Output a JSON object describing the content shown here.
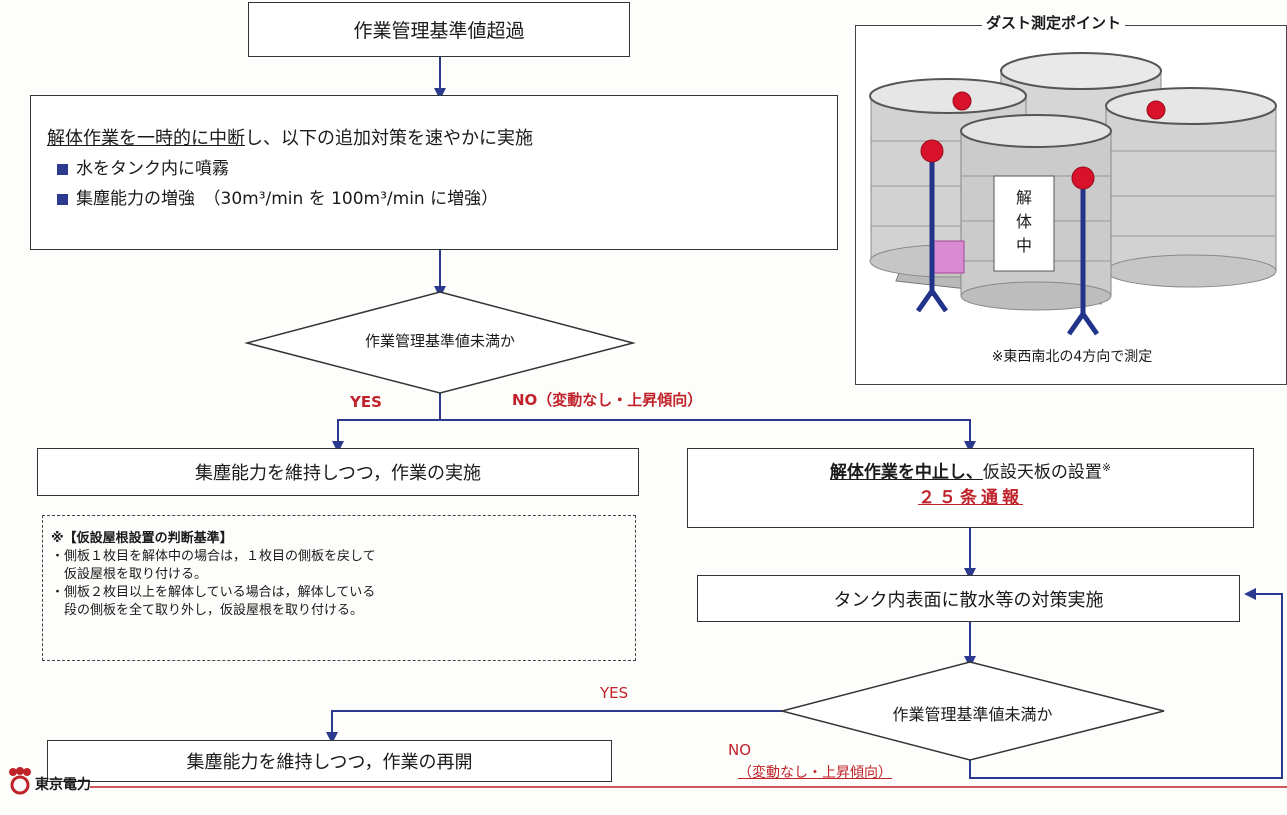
{
  "flow": {
    "top_box": "作業管理基準値超過",
    "measures": {
      "head_part1": "解体作業を一時的に中断",
      "head_part2": "し、以下の追加対策を速やかに実施",
      "items": [
        "水をタンク内に噴霧",
        "集塵能力の増強　（30m³/min を 100m³/min に増強）"
      ]
    },
    "diamond1": "作業管理基準値未満か",
    "yes_label_1": "YES",
    "no_label_1": "NO（変動なし・上昇傾向）",
    "continue_box": "集塵能力を維持しつつ，作業の実施",
    "stop_box": {
      "part1": "解体作業を中止し、",
      "part2": "仮設天板の設置",
      "mark": "※",
      "report": "２５条通報"
    },
    "spray_box": "タンク内表面に散水等の対策実施",
    "diamond2": "作業管理基準値未満か",
    "yes_label_2": "YES",
    "no_label_2_line1": "NO",
    "no_label_2_line2": "（変動なし・上昇傾向）",
    "resume_box": "集塵能力を維持しつつ，作業の再開"
  },
  "note": {
    "title": "※【仮設屋根設置の判断基準】",
    "lines": [
      "・側板１枚目を解体中の場合は，１枚目の側板を戻して",
      "　仮設屋根を取り付ける。",
      "・側板２枚目以上を解体している場合は，解体している",
      "　段の側板を全て取り外し，仮設屋根を取り付ける。"
    ]
  },
  "inset": {
    "title": "ダスト測定ポイント",
    "dismantling_label": "解体中",
    "caption": "※東西南北の4方向で測定"
  },
  "footer": {
    "company": "東京電力"
  },
  "colors": {
    "arrow": "#2b3a8f",
    "accent_red": "#c0222a",
    "marker_red": "#d8122a"
  }
}
